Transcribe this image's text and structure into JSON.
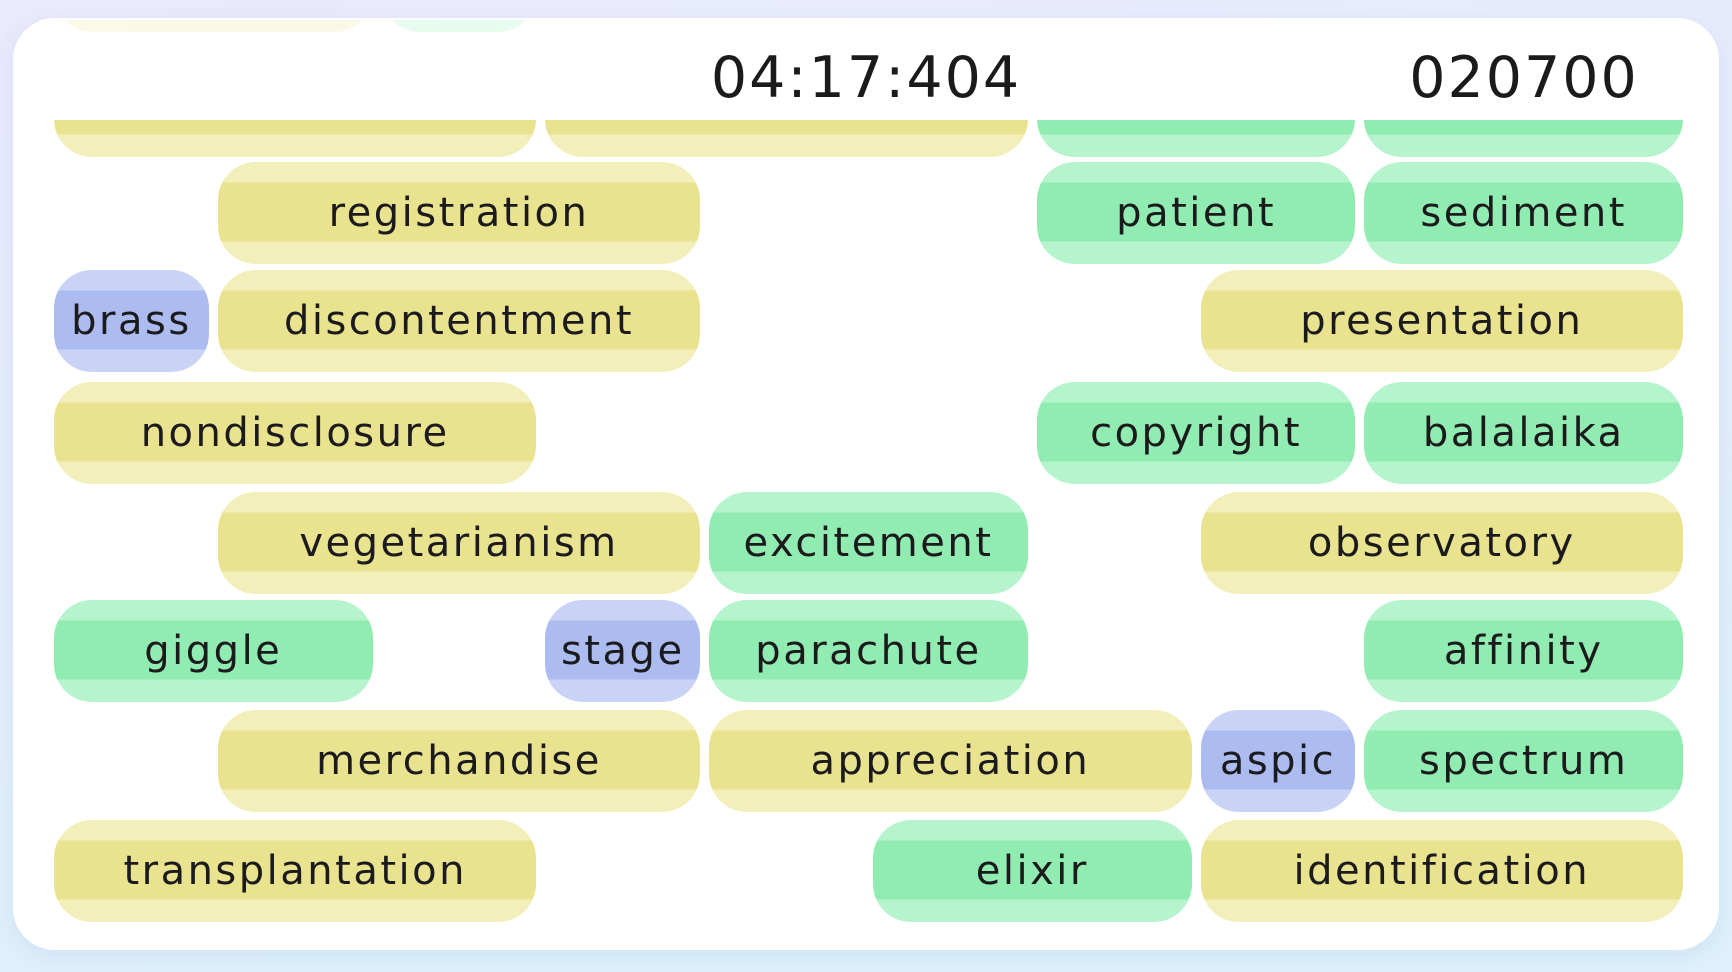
{
  "header": {
    "timer": "04:17:404",
    "score": "020700"
  },
  "colors": {
    "page_bg_top": "#eae9fd",
    "page_bg_bottom": "#ddf0fb",
    "card_bg": "#ffffff",
    "text": "#1b1b1e",
    "yellow_mid": "#e9e28e",
    "yellow_light": "#f2efba",
    "green_mid": "#90ecb1",
    "green_light": "#b5f4cd",
    "blue_mid": "#adbcf0",
    "blue_light": "#c9d3f6"
  },
  "board": {
    "columns": 10,
    "ghost_row": {
      "tiles": [
        {
          "text": "",
          "color": "yellow",
          "col": 0,
          "span": 2
        },
        {
          "text": "",
          "color": "green",
          "col": 2,
          "span": 1
        }
      ]
    },
    "rows": [
      {
        "partial": true,
        "tiles": [
          {
            "text": "",
            "color": "yellow",
            "col": 0,
            "span": 3
          },
          {
            "text": "",
            "color": "yellow",
            "col": 3,
            "span": 3
          },
          {
            "text": "",
            "color": "green",
            "col": 6,
            "span": 2
          },
          {
            "text": "",
            "color": "green",
            "col": 8,
            "span": 2
          }
        ]
      },
      {
        "tiles": [
          {
            "text": "registration",
            "color": "yellow",
            "col": 1,
            "span": 3
          },
          {
            "text": "patient",
            "color": "green",
            "col": 6,
            "span": 2
          },
          {
            "text": "sediment",
            "color": "green",
            "col": 8,
            "span": 2
          }
        ]
      },
      {
        "tiles": [
          {
            "text": "brass",
            "color": "blue",
            "col": 0,
            "span": 1
          },
          {
            "text": "discontentment",
            "color": "yellow",
            "col": 1,
            "span": 3
          },
          {
            "text": "presentation",
            "color": "yellow",
            "col": 7,
            "span": 3
          }
        ]
      },
      {
        "tiles": [
          {
            "text": "nondisclosure",
            "color": "yellow",
            "col": 0,
            "span": 3
          },
          {
            "text": "copyright",
            "color": "green",
            "col": 6,
            "span": 2
          },
          {
            "text": "balalaika",
            "color": "green",
            "col": 8,
            "span": 2
          }
        ]
      },
      {
        "tiles": [
          {
            "text": "vegetarianism",
            "color": "yellow",
            "col": 1,
            "span": 3
          },
          {
            "text": "excitement",
            "color": "green",
            "col": 4,
            "span": 2
          },
          {
            "text": "observatory",
            "color": "yellow",
            "col": 7,
            "span": 3
          }
        ]
      },
      {
        "tiles": [
          {
            "text": "giggle",
            "color": "green",
            "col": 0,
            "span": 2
          },
          {
            "text": "stage",
            "color": "blue",
            "col": 3,
            "span": 1
          },
          {
            "text": "parachute",
            "color": "green",
            "col": 4,
            "span": 2
          },
          {
            "text": "affinity",
            "color": "green",
            "col": 8,
            "span": 2
          }
        ]
      },
      {
        "tiles": [
          {
            "text": "merchandise",
            "color": "yellow",
            "col": 1,
            "span": 3
          },
          {
            "text": "appreciation",
            "color": "yellow",
            "col": 4,
            "span": 3
          },
          {
            "text": "aspic",
            "color": "blue",
            "col": 7,
            "span": 1
          },
          {
            "text": "spectrum",
            "color": "green",
            "col": 8,
            "span": 2
          }
        ]
      },
      {
        "tiles": [
          {
            "text": "transplantation",
            "color": "yellow",
            "col": 0,
            "span": 3
          },
          {
            "text": "elixir",
            "color": "green",
            "col": 5,
            "span": 2
          },
          {
            "text": "identification",
            "color": "yellow",
            "col": 7,
            "span": 3
          }
        ]
      }
    ]
  }
}
